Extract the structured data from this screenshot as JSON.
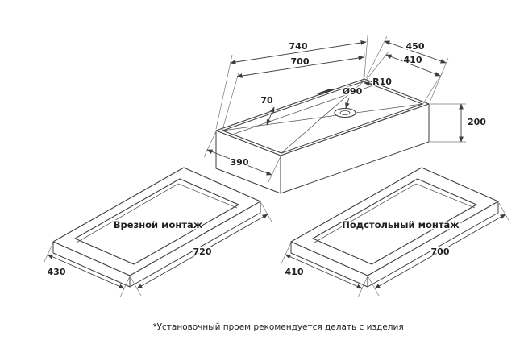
{
  "sink": {
    "dim_outer_length": "740",
    "dim_inner_length": "700",
    "dim_outer_width": "450",
    "dim_inner_width": "410",
    "dim_corner_radius": "R10",
    "dim_drain_diameter": "Ø90",
    "dim_deck_offset": "70",
    "dim_depth": "200",
    "dim_bowl_width": "390"
  },
  "mount_inset": {
    "label": "Врезной монтаж",
    "dim_side": "430",
    "dim_front": "720"
  },
  "mount_under": {
    "label": "Подстольный монтаж",
    "dim_side": "410",
    "dim_front": "700"
  },
  "page": {
    "footnote": "*Установочный проем рекомендуется делать с изделия"
  },
  "colors": {
    "line": "#3d3d3d",
    "background": "#ffffff"
  }
}
